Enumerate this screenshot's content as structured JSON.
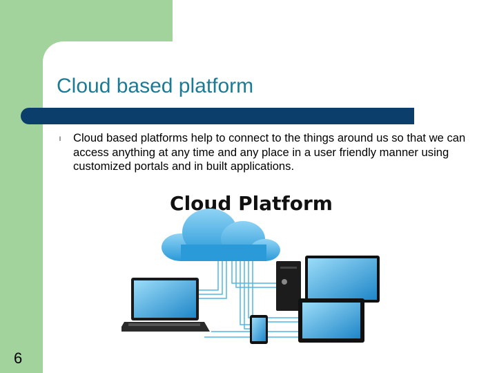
{
  "slide": {
    "title": "Cloud based platform",
    "bullet_symbol": "l",
    "bullet_text": "Cloud based platforms help to connect to the things around us so that we can access anything at any time and any place in a user friendly manner using customized portals and in built applications.",
    "page_number": "6"
  },
  "figure": {
    "heading": "Cloud Platform",
    "icons": [
      "cloud-icon",
      "laptop-icon",
      "desktop-tower-icon",
      "monitor-icon",
      "tablet-icon",
      "phone-icon"
    ]
  },
  "colors": {
    "background_green": "#a3d39c",
    "title_teal": "#1b7b95",
    "title_bar_navy": "#0b3e6b",
    "cloud_blue": "#3aa8e0"
  }
}
